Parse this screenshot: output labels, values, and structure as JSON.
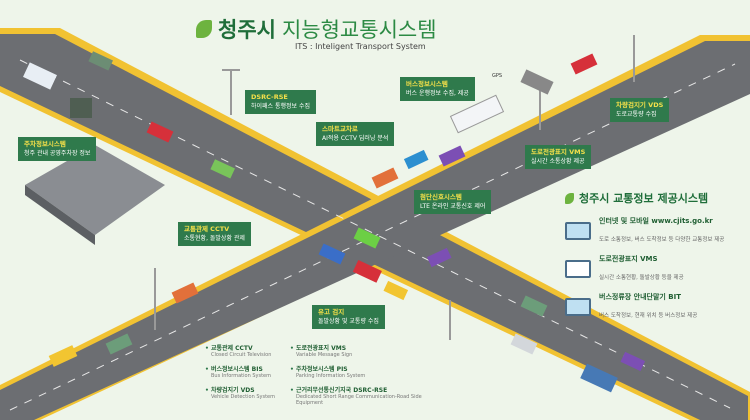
{
  "title": {
    "city": "청주시",
    "system": "지능형교통시스템",
    "subtitle": "ITS : Inteligent Transport System"
  },
  "labels": [
    {
      "title": "DSRC-RSE",
      "desc": "하이패스 통행정보 수집"
    },
    {
      "title": "스마트교차로",
      "desc": "AI적용 CCTV 딥러닝 분석"
    },
    {
      "title": "버스정보시스템",
      "desc": "버스 운행정보 수집, 제공"
    },
    {
      "title": "도로전광표지 VMS",
      "desc": "실시간 소통상황 제공"
    },
    {
      "title": "차량검지기 VDS",
      "desc": "도로교통량 수집"
    },
    {
      "title": "주차정보시스템",
      "desc": "청주 관내 공영주차장 정보"
    },
    {
      "title": "첨단신호시스템",
      "desc": "LTE 온라인 교통신호 제어"
    },
    {
      "title": "교통관제 CCTV",
      "desc": "소통현황, 돌발상황 관제"
    },
    {
      "title": "유고 검지",
      "desc": "돌발상황 및 교통량 수집"
    }
  ],
  "gps": "GPS",
  "panel": {
    "title": "청주시 교통정보 제공시스템",
    "items": [
      {
        "title": "인터넷 및 모바일  www.cjits.go.kr",
        "desc": "도로 소통정보, 버스 도착정보 등 다양한 교통정보 제공"
      },
      {
        "title": "도로전광표지 VMS",
        "desc": "실시간 소통현황, 돌발상황 등을 제공"
      },
      {
        "title": "버스정류장 안내단말기 BIT",
        "desc": "버스 도착정보, 현재 위치 등 버스정보 제공"
      }
    ]
  },
  "legend": [
    {
      "title": "교통관제 CCTV",
      "desc": "Closed Circuit Television"
    },
    {
      "title": "도로전광표지 VMS",
      "desc": "Variable Message Sign"
    },
    {
      "title": "버스정보시스템 BIS",
      "desc": "Bus Information System"
    },
    {
      "title": "주차정보시스템 PIS",
      "desc": "Parking Information System"
    },
    {
      "title": "차량검지기 VDS",
      "desc": "Vehicle Detection System"
    },
    {
      "title": "근거리무선통신기지국 DSRC-RSE",
      "desc": "Dedicated Short Range Communication-Road Side Equipment"
    }
  ]
}
